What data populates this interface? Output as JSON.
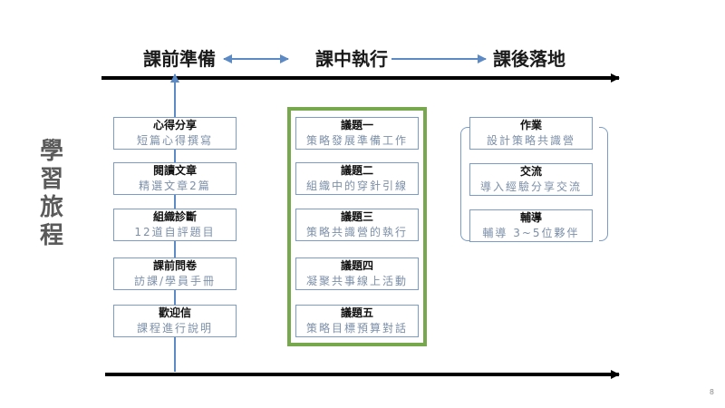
{
  "phases": {
    "before": "課前準備",
    "during": "課中執行",
    "after": "課後落地"
  },
  "journey_title": [
    "學",
    "習",
    "旅",
    "程"
  ],
  "before_cards": [
    {
      "title": "心得分享",
      "subtitle": "短篇心得撰寫"
    },
    {
      "title": "閱讀文章",
      "subtitle": "精選文章2篇"
    },
    {
      "title": "組織診斷",
      "subtitle": "12道自評題目"
    },
    {
      "title": "課前問卷",
      "subtitle": "訪課/學員手冊"
    },
    {
      "title": "歡迎信",
      "subtitle": "課程進行說明"
    }
  ],
  "during_cards": [
    {
      "title": "議題一",
      "subtitle": "策略發展準備工作"
    },
    {
      "title": "議題二",
      "subtitle": "組織中的穿針引線"
    },
    {
      "title": "議題三",
      "subtitle": "策略共識營的執行"
    },
    {
      "title": "議題四",
      "subtitle": "凝聚共事線上活動"
    },
    {
      "title": "議題五",
      "subtitle": "策略目標預算對話"
    }
  ],
  "after_cards": [
    {
      "title": "作業",
      "subtitle": "設計策略共識營"
    },
    {
      "title": "交流",
      "subtitle": "導入經驗分享交流"
    },
    {
      "title": "輔導",
      "subtitle": "輔導 3~5位夥伴"
    }
  ],
  "page_number": "8",
  "colors": {
    "card_border": "#7a9cc6",
    "connector": "#5b8ac4",
    "green_frame": "#77a84e",
    "timeline": "#000000"
  }
}
